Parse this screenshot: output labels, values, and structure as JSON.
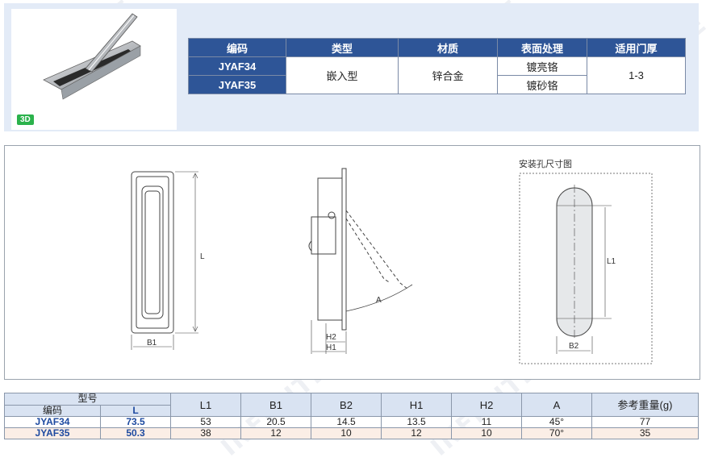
{
  "top": {
    "badge": "3D",
    "table": {
      "headers": [
        "编码",
        "类型",
        "材质",
        "表面处理",
        "适用门厚"
      ],
      "codes": [
        "JYAF34",
        "JYAF35"
      ],
      "type": "嵌入型",
      "material": "锌合金",
      "finishes": [
        "镀亮铬",
        "镀砂铬"
      ],
      "door_thickness": "1-3"
    }
  },
  "drawing": {
    "hole_title": "安装孔尺寸图",
    "labels": {
      "L": "L",
      "B1": "B1",
      "H2": "H2",
      "H1": "H1",
      "A": "A",
      "L1": "L1",
      "B2": "B2"
    }
  },
  "dims_table": {
    "header_model": "型号",
    "header_code": "编码",
    "header_L": "L",
    "headers": [
      "L1",
      "B1",
      "B2",
      "H1",
      "H2",
      "A",
      "参考重量(g)"
    ],
    "rows": [
      {
        "code": "JYAF34",
        "L": "73.5",
        "L1": "53",
        "B1": "20.5",
        "B2": "14.5",
        "H1": "13.5",
        "H2": "11",
        "A": "45°",
        "weight": "77"
      },
      {
        "code": "JYAF35",
        "L": "50.3",
        "L1": "38",
        "B1": "12",
        "B2": "10",
        "H1": "12",
        "H2": "10",
        "A": "70°",
        "weight": "35"
      }
    ]
  }
}
